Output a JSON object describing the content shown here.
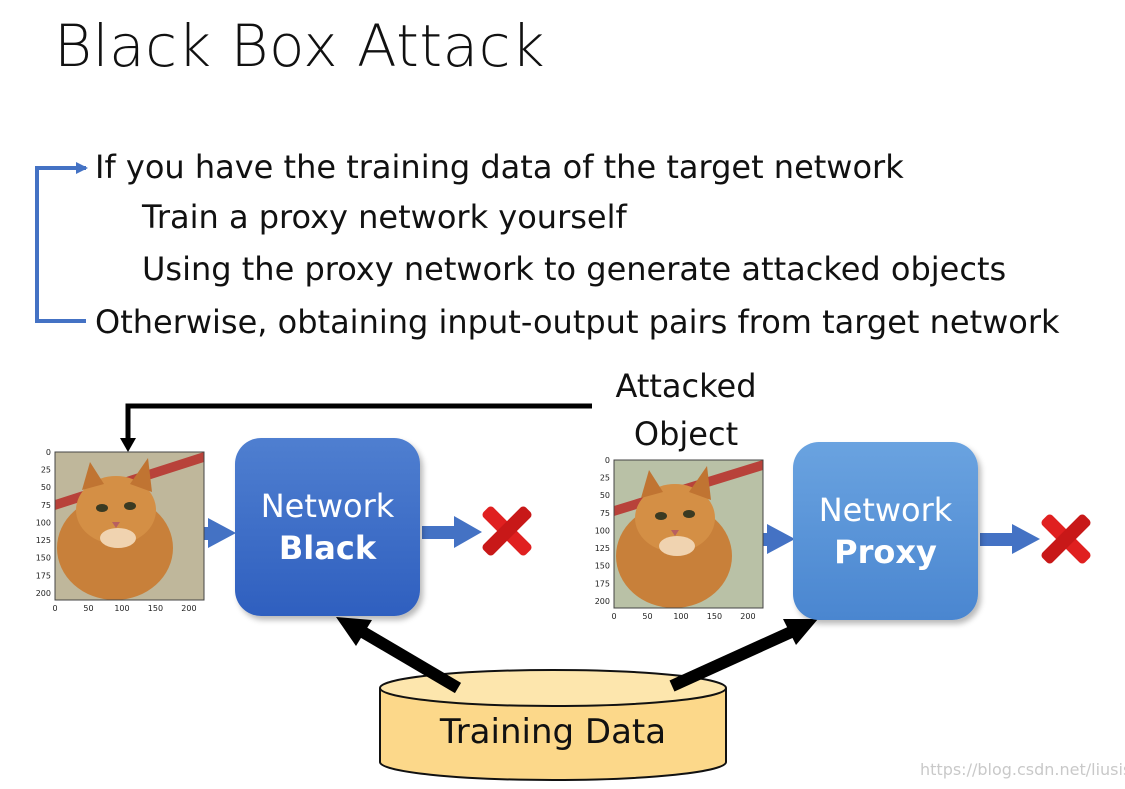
{
  "title": "Black Box Attack",
  "bullets": [
    "If you have the training data of the target network",
    "Train a proxy network yourself",
    "Using the proxy network to generate attacked objects",
    "Otherwise, obtaining input-output pairs from target network"
  ],
  "attacked_label_line1": "Attacked",
  "attacked_label_line2": "Object",
  "network_black": {
    "line1": "Network",
    "line2": "Black"
  },
  "network_proxy": {
    "line1": "Network",
    "line2": "Proxy"
  },
  "training_data_label": "Training Data",
  "plot_axes": {
    "y_ticks": [
      "0",
      "25",
      "50",
      "75",
      "100",
      "125",
      "150",
      "175",
      "200"
    ],
    "x_ticks": [
      "0",
      "50",
      "100",
      "150",
      "200"
    ]
  },
  "watermark": "https://blog.csdn.net/liusisi_",
  "colors": {
    "black_network": "#3a68c8",
    "proxy_network": "#5a95d8",
    "arrow_blue": "#4472c4",
    "database_fill": "#fcd88a",
    "reject_red": "#e02020"
  }
}
